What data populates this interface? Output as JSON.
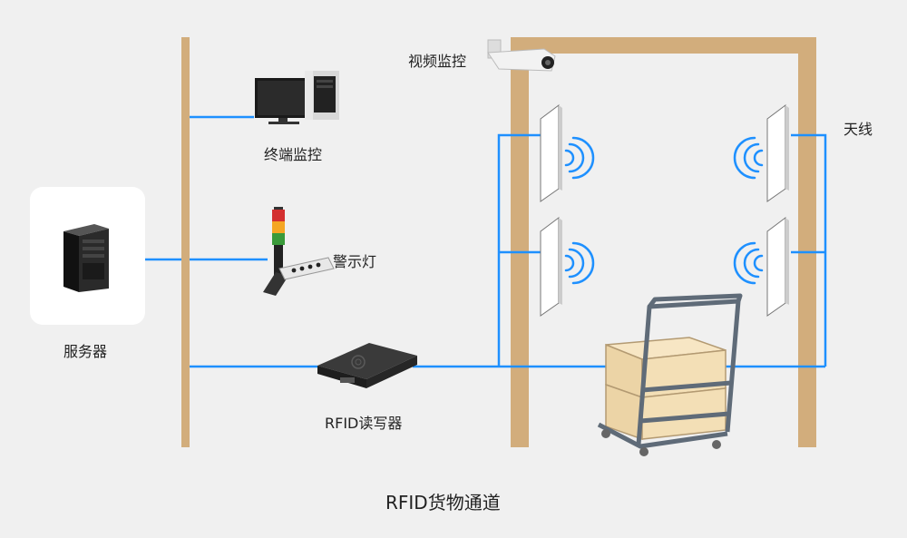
{
  "diagram": {
    "title": "RFID货物通道",
    "nodes": {
      "server": "服务器",
      "terminal": "终端监控",
      "alarm_light": "警示灯",
      "reader": "RFID读写器",
      "camera": "视频监控",
      "antenna": "天线"
    },
    "colors": {
      "background": "#f0f0f0",
      "post": "#d2ad7c",
      "wire": "#1e90ff",
      "card": "#ffffff"
    }
  }
}
